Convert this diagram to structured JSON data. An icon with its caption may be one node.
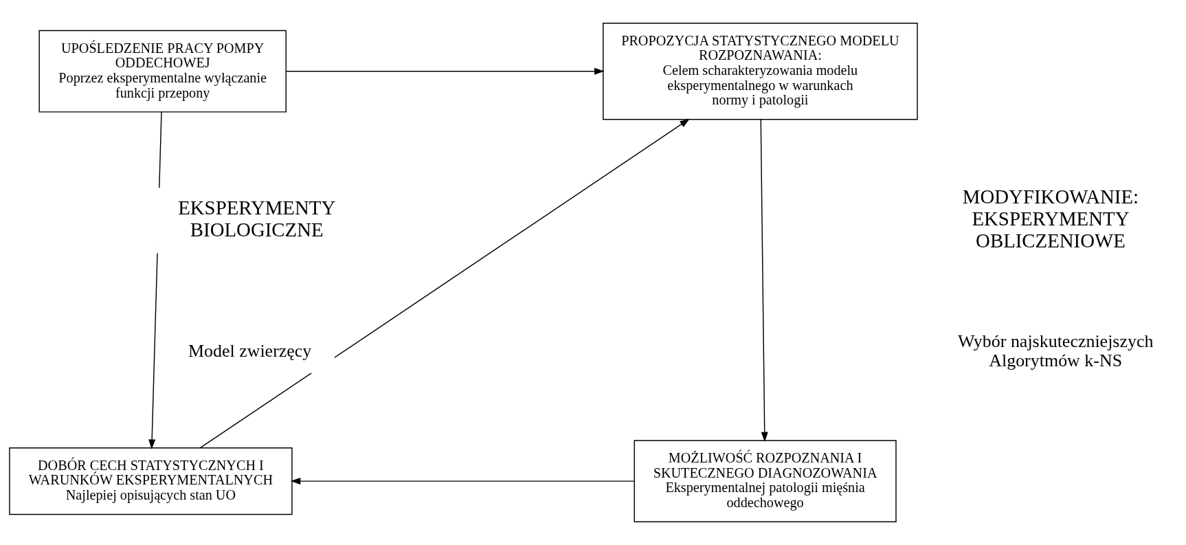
{
  "diagram": {
    "nodes": [
      {
        "text": [
          "UPOŚLEDZENIE PRACY POMPY ODDECHOWEJ",
          "Poprzez eksperymentalne wyłączanie funkcji przepony"
        ]
      },
      {
        "text": [
          "PROPOZYCJA STATYSTYCZNEGO MODELU ROZPOZNAWANIA:",
          "Celem scharakteryzowania modelu eksperymentalnego w warunkach normy i patologii"
        ]
      },
      {
        "text": [
          "DOBÓR CECH STATYSTYCZNYCH I WARUNKÓW EKSPERYMENTALNYCH",
          "Najlepiej opisujących stan UO"
        ]
      },
      {
        "text": [
          "MOŻLIWOŚĆ ROZPOZNANIA I SKUTECZNEGO DIAGNOZOWANIA",
          "Eksperymentalnej patologii mięśnia oddechowego"
        ]
      }
    ],
    "edges": [
      {
        "from": 0,
        "to": 1,
        "arrow": "to"
      },
      {
        "from": 0,
        "to": 2,
        "arrow": "to"
      },
      {
        "from": 1,
        "to": 3,
        "arrow": "to"
      },
      {
        "from": 3,
        "to": 2,
        "arrow": "to"
      },
      {
        "from": 2,
        "to": 1,
        "arrow": "to"
      }
    ],
    "labels": [
      "EKSPERYMENTY BIOLOGICZNE",
      "Model zwierzęcy",
      "MODYFIKOWANIE: EKSPERYMENTY OBLICZENIOWE",
      "Wybór najskuteczniejszych Algorytmów k-NS"
    ]
  }
}
